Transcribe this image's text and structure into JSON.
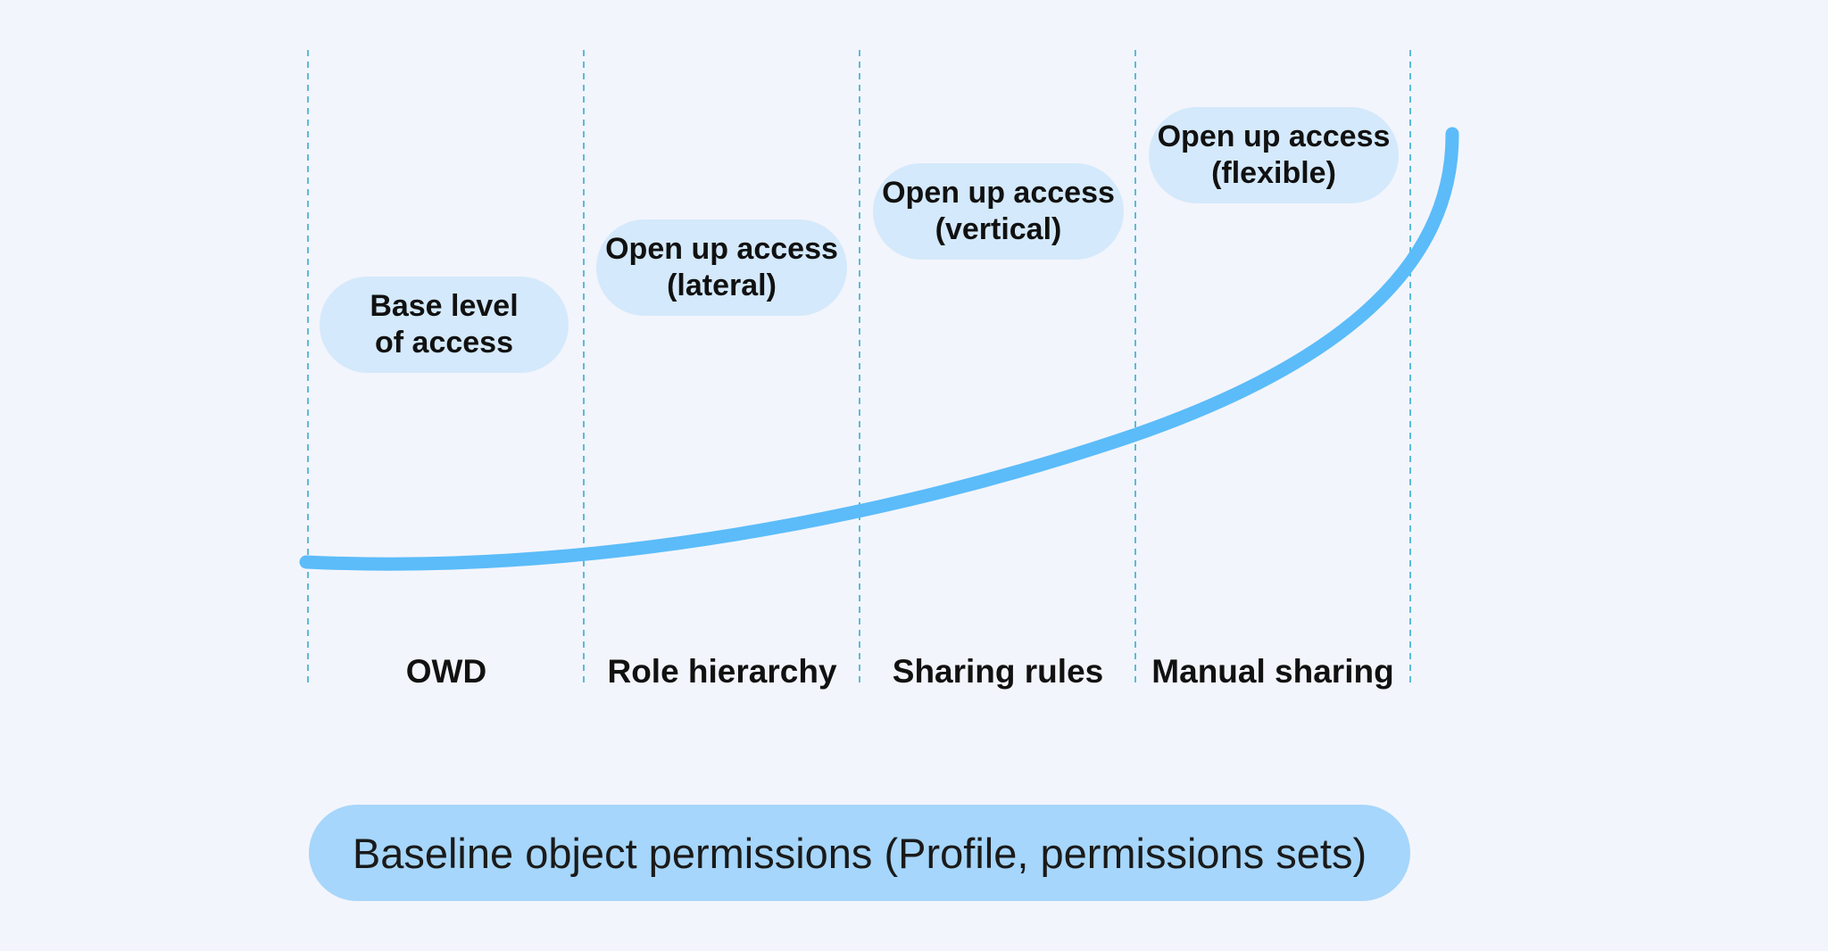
{
  "diagram": {
    "columns": [
      {
        "label": "OWD",
        "bubble_lines": [
          "Base level",
          "of access"
        ]
      },
      {
        "label": "Role hierarchy",
        "bubble_lines": [
          "Open up access",
          "(lateral)"
        ]
      },
      {
        "label": "Sharing rules",
        "bubble_lines": [
          "Open up access",
          "(vertical)"
        ]
      },
      {
        "label": "Manual sharing",
        "bubble_lines": [
          "Open up access",
          "(flexible)"
        ]
      }
    ],
    "baseline_label": "Baseline object permissions (Profile, permissions sets)",
    "colors": {
      "background": "#f3f5fc",
      "curve": "#5bbcf9",
      "divider": "#5bbcd6",
      "bubble": "#d4e9fb",
      "baseline_bar": "#a6d6fb",
      "text": "#111111"
    }
  }
}
